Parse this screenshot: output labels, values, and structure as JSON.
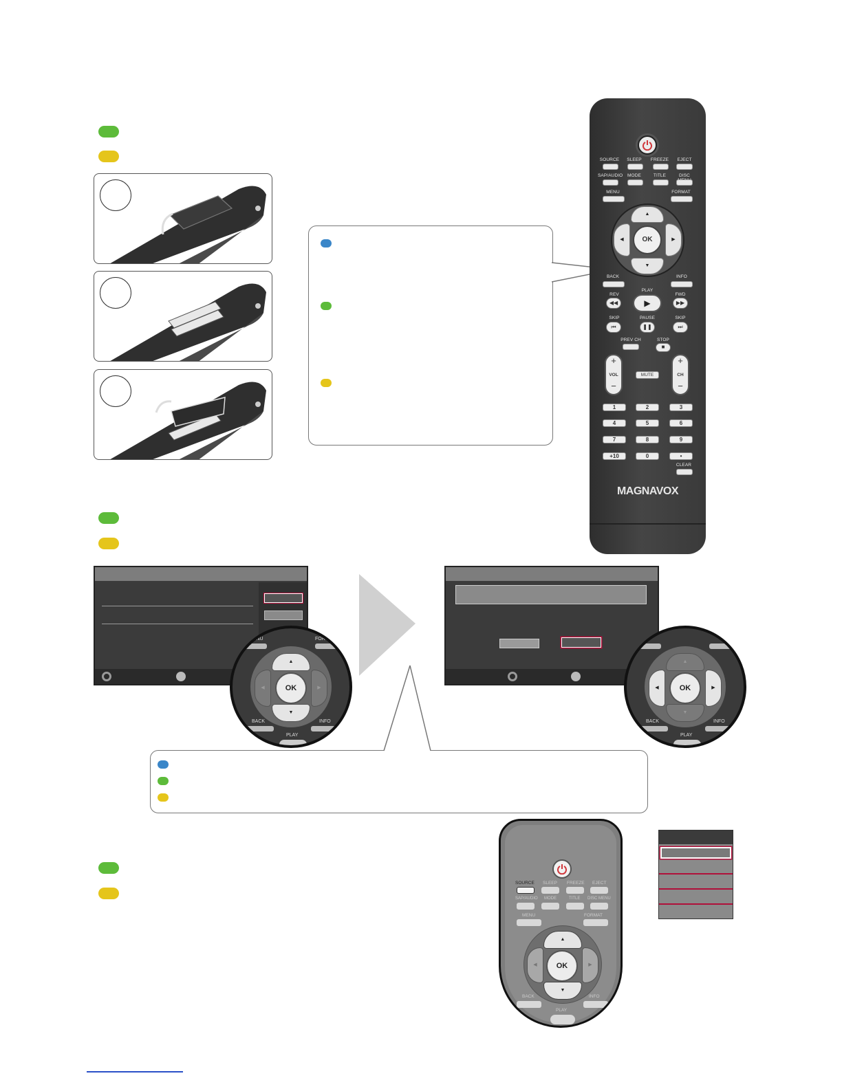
{
  "colors": {
    "green": "#5dbb3a",
    "yellow": "#e5c51b",
    "blue": "#3a86c8",
    "remote_body": "#3a3a3a",
    "power_red": "#d0363a",
    "menu_highlight": "#b0103a"
  },
  "remote": {
    "top_labels": [
      "SOURCE",
      "SLEEP",
      "FREEZE",
      "EJECT"
    ],
    "second_labels": [
      "SAP/AUDIO",
      "MODE",
      "TITLE",
      "DISC MENU"
    ],
    "third_labels": [
      "MENU",
      "FORMAT"
    ],
    "ok_label": "OK",
    "back_label": "BACK",
    "info_label": "INFO",
    "transport_labels": [
      "REV",
      "PLAY",
      "FWD"
    ],
    "skip_labels": [
      "SKIP",
      "PAUSE",
      "SKIP"
    ],
    "prev_ch_label": "PREV CH",
    "stop_label": "STOP",
    "vol_label": "VOL",
    "ch_label": "CH",
    "mute_label": "MUTE",
    "plus_sign": "+",
    "minus_sign": "−",
    "numbers": [
      "1",
      "2",
      "3",
      "4",
      "5",
      "6",
      "7",
      "8",
      "9",
      "+10",
      "0",
      "•"
    ],
    "clear_label": "CLEAR",
    "brand": "MAGNAVOX"
  },
  "zoom": {
    "ok_label": "OK",
    "back_label": "BACK",
    "info_label": "INFO",
    "play_label": "PLAY",
    "menu_label": "MENU",
    "format_label": "FORMAT"
  },
  "bottom_remote": {
    "top_labels": [
      "SOURCE",
      "SLEEP",
      "FREEZE",
      "EJECT"
    ],
    "second_labels": [
      "SAP/AUDIO",
      "MODE",
      "TITLE",
      "DISC MENU"
    ],
    "menu_label": "MENU",
    "format_label": "FORMAT",
    "ok_label": "OK",
    "back_label": "BACK",
    "info_label": "INFO",
    "play_label": "PLAY"
  }
}
